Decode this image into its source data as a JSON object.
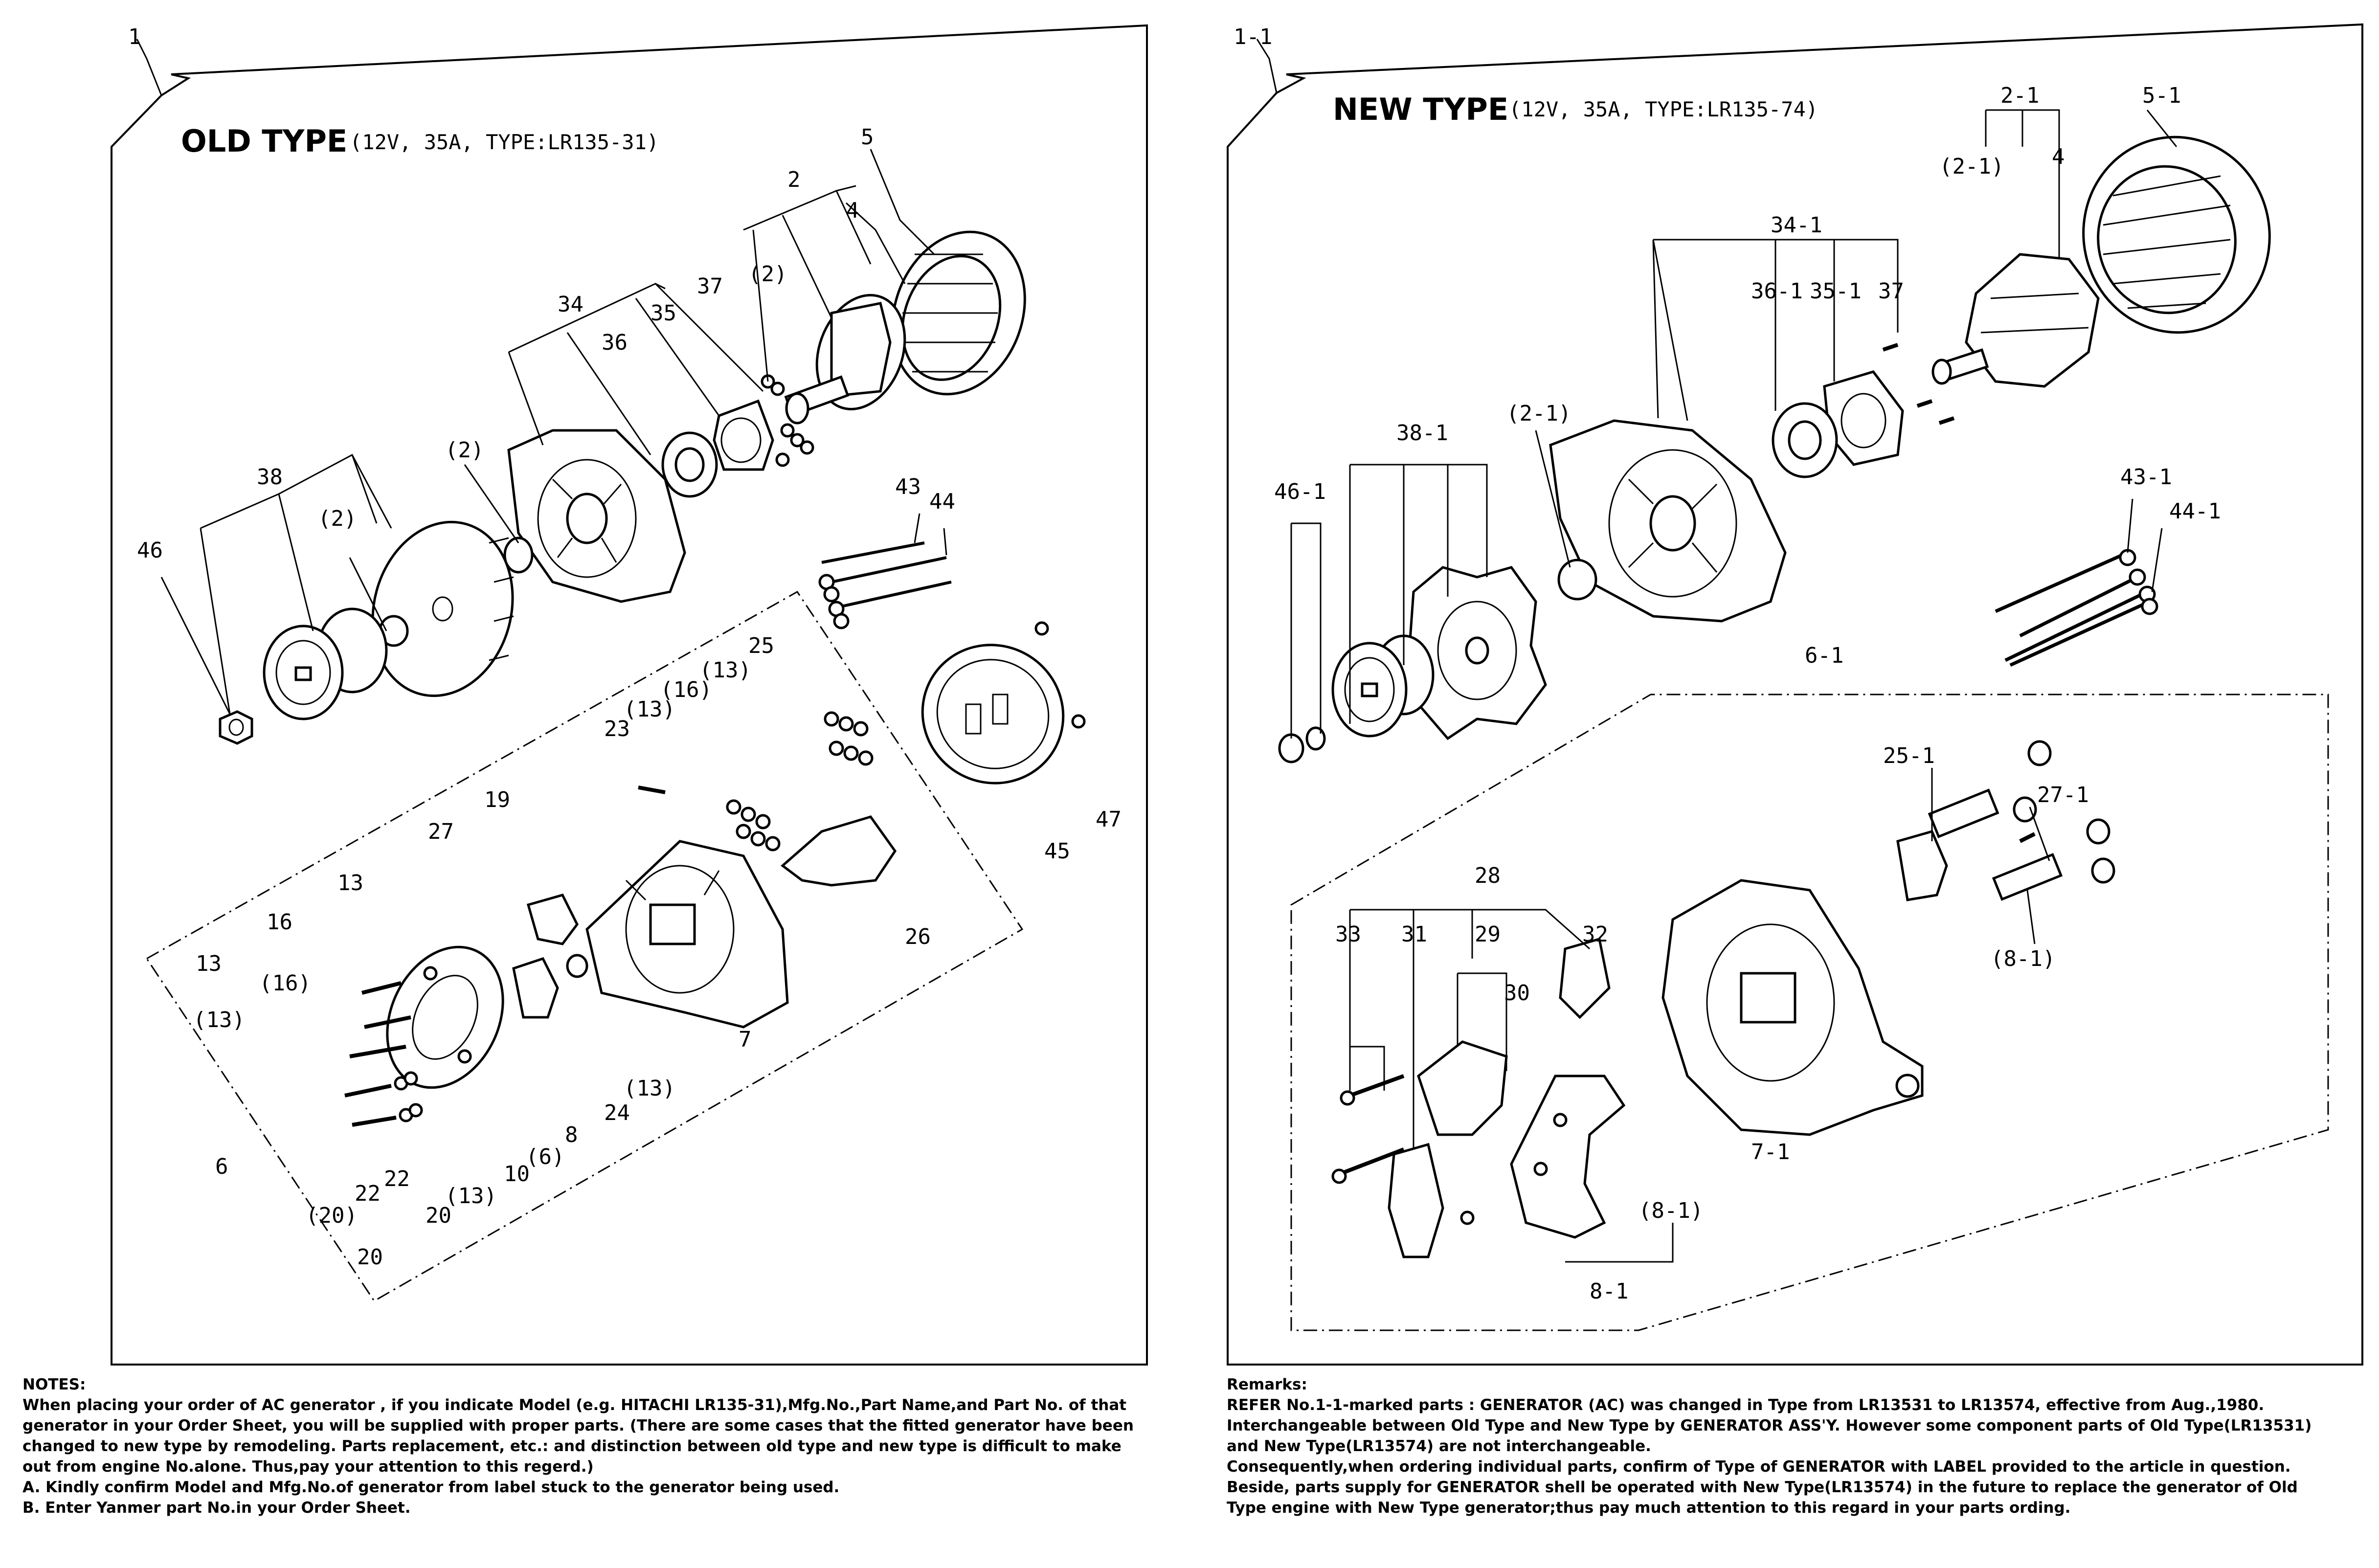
{
  "panel_old": {
    "number": "1",
    "title": "OLD TYPE",
    "subtitle": "(12V, 35A, TYPE:LR135-31)",
    "labels": [
      {
        "id": "lbl-5",
        "text": "5"
      },
      {
        "id": "lbl-2",
        "text": "2"
      },
      {
        "id": "lbl-4",
        "text": "4"
      },
      {
        "id": "lbl-2p-a",
        "text": "(2)"
      },
      {
        "id": "lbl-34",
        "text": "34"
      },
      {
        "id": "lbl-37",
        "text": "37"
      },
      {
        "id": "lbl-36",
        "text": "36"
      },
      {
        "id": "lbl-35",
        "text": "35"
      },
      {
        "id": "lbl-2p-b",
        "text": "(2)"
      },
      {
        "id": "lbl-38",
        "text": "38"
      },
      {
        "id": "lbl-2p-c",
        "text": "(2)"
      },
      {
        "id": "lbl-46",
        "text": "46"
      },
      {
        "id": "lbl-43",
        "text": "43"
      },
      {
        "id": "lbl-44",
        "text": "44"
      },
      {
        "id": "lbl-25",
        "text": "25"
      },
      {
        "id": "lbl-13p-a",
        "text": "(13)"
      },
      {
        "id": "lbl-16p-a",
        "text": "(16)"
      },
      {
        "id": "lbl-13p-b",
        "text": "(13)"
      },
      {
        "id": "lbl-23",
        "text": "23"
      },
      {
        "id": "lbl-19",
        "text": "19"
      },
      {
        "id": "lbl-27",
        "text": "27"
      },
      {
        "id": "lbl-13-a",
        "text": "13"
      },
      {
        "id": "lbl-16",
        "text": "16"
      },
      {
        "id": "lbl-16p-b",
        "text": "(16)"
      },
      {
        "id": "lbl-13-b",
        "text": "13"
      },
      {
        "id": "lbl-13p-c",
        "text": "(13)"
      },
      {
        "id": "lbl-45",
        "text": "45"
      },
      {
        "id": "lbl-47",
        "text": "47"
      },
      {
        "id": "lbl-26",
        "text": "26"
      },
      {
        "id": "lbl-7",
        "text": "7"
      },
      {
        "id": "lbl-13p-d",
        "text": "(13)"
      },
      {
        "id": "lbl-24",
        "text": "24"
      },
      {
        "id": "lbl-8",
        "text": "8"
      },
      {
        "id": "lbl-6p",
        "text": "(6)"
      },
      {
        "id": "lbl-10",
        "text": "10"
      },
      {
        "id": "lbl-13p-e",
        "text": "(13)"
      },
      {
        "id": "lbl-6",
        "text": "6"
      },
      {
        "id": "lbl-22-a",
        "text": "22"
      },
      {
        "id": "lbl-22-b",
        "text": "22"
      },
      {
        "id": "lbl-20-a",
        "text": "20"
      },
      {
        "id": "lbl-20p",
        "text": "(20)"
      },
      {
        "id": "lbl-20-b",
        "text": "20"
      }
    ]
  },
  "panel_new": {
    "number": "1-1",
    "title": "NEW TYPE",
    "subtitle": "(12V, 35A, TYPE:LR135-74)",
    "labels": [
      {
        "id": "n-2-1",
        "text": "2-1"
      },
      {
        "id": "n-5-1",
        "text": "5-1"
      },
      {
        "id": "n-2-1p-a",
        "text": "(2-1)"
      },
      {
        "id": "n-4",
        "text": "4"
      },
      {
        "id": "n-34-1",
        "text": "34-1"
      },
      {
        "id": "n-36-1",
        "text": "36-1"
      },
      {
        "id": "n-35-1",
        "text": "35-1"
      },
      {
        "id": "n-37",
        "text": "37"
      },
      {
        "id": "n-2-1p-b",
        "text": "(2-1)"
      },
      {
        "id": "n-38-1",
        "text": "38-1"
      },
      {
        "id": "n-46-1",
        "text": "46-1"
      },
      {
        "id": "n-43-1",
        "text": "43-1"
      },
      {
        "id": "n-44-1",
        "text": "44-1"
      },
      {
        "id": "n-6-1",
        "text": "6-1"
      },
      {
        "id": "n-25-1",
        "text": "25-1"
      },
      {
        "id": "n-27-1",
        "text": "27-1"
      },
      {
        "id": "n-8-1p-a",
        "text": "(8-1)"
      },
      {
        "id": "n-28",
        "text": "28"
      },
      {
        "id": "n-33",
        "text": "33"
      },
      {
        "id": "n-31",
        "text": "31"
      },
      {
        "id": "n-29",
        "text": "29"
      },
      {
        "id": "n-32",
        "text": "32"
      },
      {
        "id": "n-30",
        "text": "30"
      },
      {
        "id": "n-7-1",
        "text": "7-1"
      },
      {
        "id": "n-8-1p-b",
        "text": "(8-1)"
      },
      {
        "id": "n-8-1",
        "text": "8-1"
      }
    ]
  },
  "notes": {
    "heading": "NOTES:",
    "lines": [
      "When placing your order of AC generator , if you indicate Model (e.g. HITACHI LR135-31),Mfg.No.,Part Name,and Part No. of that",
      "generator in your Order Sheet, you will be supplied with proper parts. (There are some cases that the fitted generator have been",
      "changed to new type by remodeling. Parts replacement, etc.: and distinction between old type and new type is difficult to make",
      "out from engine No.alone. Thus,pay your attention to this regerd.)",
      "A. Kindly confirm Model and Mfg.No.of generator from label stuck to the generator being used.",
      "B. Enter Yanmer part No.in your Order Sheet."
    ]
  },
  "remarks": {
    "heading": "Remarks:",
    "lines": [
      "REFER No.1-1-marked parts : GENERATOR (AC) was changed in Type from LR13531 to LR13574, effective from Aug.,1980.",
      "Interchangeable between Old Type and New Type by GENERATOR ASS'Y. However some component parts of Old Type(LR13531)",
      "and New Type(LR13574) are not interchangeable.",
      "Consequently,when ordering individual parts, confirm of Type of GENERATOR with LABEL provided to the article in question.",
      "Beside, parts supply for GENERATOR shell be operated with New Type(LR13574) in the future to replace the generator of Old",
      "Type engine with New Type generator;thus pay much attention to this regard in your parts ording."
    ]
  }
}
